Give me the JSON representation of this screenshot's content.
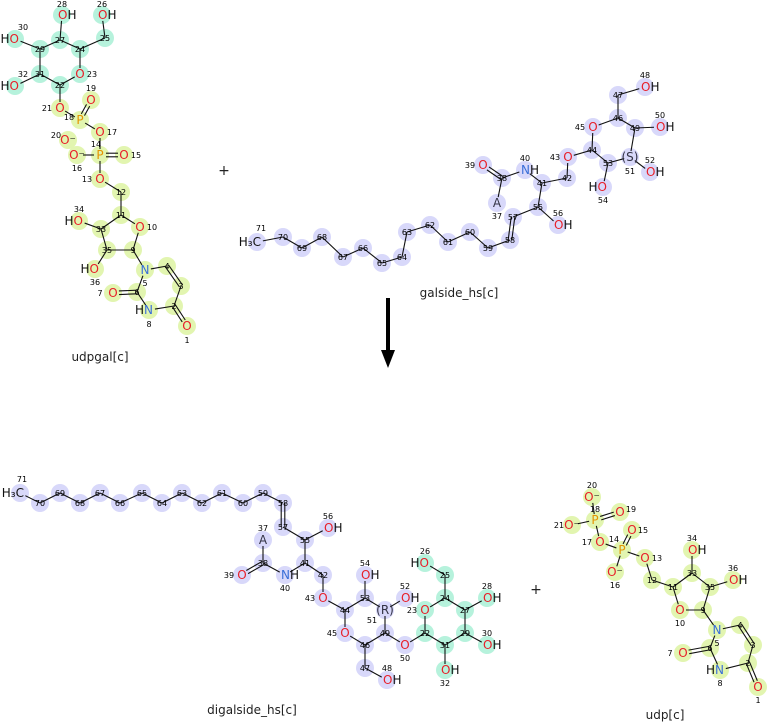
{
  "reaction": {
    "plus_reactants": "+",
    "plus_products": "+",
    "colors": {
      "O": "#e8202a",
      "N": "#3a6fd8",
      "P": "#e59400",
      "H": "#111111",
      "C": "#111111",
      "bond": "#111111"
    }
  },
  "molecules": [
    {
      "name": "udpgal[c]",
      "highlight": "#e2f5b0",
      "alt_highlight": "#b6f2dc",
      "alt_atoms": [
        "22",
        "23",
        "24",
        "25",
        "26",
        "27",
        "28",
        "29",
        "30",
        "31",
        "32"
      ],
      "atoms": [
        {
          "n": "28",
          "sym": "OH"
        },
        {
          "n": "26",
          "sym": "OH"
        },
        {
          "n": "30",
          "sym": "HO"
        },
        {
          "n": "27",
          "sym": ""
        },
        {
          "n": "25",
          "sym": ""
        },
        {
          "n": "29",
          "sym": ""
        },
        {
          "n": "24",
          "sym": ""
        },
        {
          "n": "23",
          "sym": "O"
        },
        {
          "n": "31",
          "sym": ""
        },
        {
          "n": "32",
          "sym": "HO"
        },
        {
          "n": "22",
          "sym": ""
        },
        {
          "n": "21",
          "sym": "O"
        },
        {
          "n": "19",
          "sym": "O"
        },
        {
          "n": "18",
          "sym": "P"
        },
        {
          "n": "17",
          "sym": "O"
        },
        {
          "n": "20",
          "sym": "O⁻"
        },
        {
          "n": "16",
          "sym": "O⁻"
        },
        {
          "n": "14",
          "sym": "P"
        },
        {
          "n": "15",
          "sym": "O"
        },
        {
          "n": "13",
          "sym": "O"
        },
        {
          "n": "12",
          "sym": ""
        },
        {
          "n": "11",
          "sym": ""
        },
        {
          "n": "10",
          "sym": "O"
        },
        {
          "n": "33",
          "sym": ""
        },
        {
          "n": "34",
          "sym": "HO"
        },
        {
          "n": "35",
          "sym": ""
        },
        {
          "n": "9",
          "sym": ""
        },
        {
          "n": "36",
          "sym": "HO"
        },
        {
          "n": "5",
          "sym": "N"
        },
        {
          "n": "4",
          "sym": ""
        },
        {
          "n": "3",
          "sym": ""
        },
        {
          "n": "2",
          "sym": ""
        },
        {
          "n": "1",
          "sym": "O"
        },
        {
          "n": "8",
          "sym": "HN"
        },
        {
          "n": "6",
          "sym": ""
        },
        {
          "n": "7",
          "sym": "O"
        }
      ],
      "bonds": [
        [
          28,
          27
        ],
        [
          27,
          29
        ],
        [
          27,
          24
        ],
        [
          24,
          25
        ],
        [
          25,
          26
        ],
        [
          24,
          23
        ],
        [
          23,
          22
        ],
        [
          22,
          31
        ],
        [
          31,
          29
        ],
        [
          29,
          30
        ],
        [
          31,
          32
        ],
        [
          22,
          21
        ],
        [
          21,
          18
        ],
        [
          18,
          19,
          2
        ],
        [
          18,
          17
        ],
        [
          17,
          14
        ],
        [
          14,
          16
        ],
        [
          14,
          15,
          2
        ],
        [
          14,
          13
        ],
        [
          13,
          12
        ],
        [
          12,
          11
        ],
        [
          11,
          10
        ],
        [
          11,
          33
        ],
        [
          33,
          34
        ],
        [
          33,
          35
        ],
        [
          35,
          36
        ],
        [
          35,
          9
        ],
        [
          9,
          10
        ],
        [
          9,
          5
        ],
        [
          5,
          4
        ],
        [
          4,
          3,
          2
        ],
        [
          3,
          2
        ],
        [
          2,
          1,
          2
        ],
        [
          2,
          8
        ],
        [
          8,
          6
        ],
        [
          6,
          5
        ],
        [
          6,
          7,
          2
        ]
      ]
    },
    {
      "name": "galside_hs[c]",
      "highlight": "#d8d8fa",
      "alt_highlight": "#d8d8fa",
      "alt_atoms": [],
      "atoms": [
        {
          "n": "71",
          "sym": "H₃C"
        },
        {
          "n": "70",
          "sym": ""
        },
        {
          "n": "69",
          "sym": ""
        },
        {
          "n": "68",
          "sym": ""
        },
        {
          "n": "67",
          "sym": ""
        },
        {
          "n": "66",
          "sym": ""
        },
        {
          "n": "65",
          "sym": ""
        },
        {
          "n": "64",
          "sym": ""
        },
        {
          "n": "63",
          "sym": ""
        },
        {
          "n": "62",
          "sym": ""
        },
        {
          "n": "61",
          "sym": ""
        },
        {
          "n": "60",
          "sym": ""
        },
        {
          "n": "59",
          "sym": ""
        },
        {
          "n": "58",
          "sym": ""
        },
        {
          "n": "57",
          "sym": ""
        },
        {
          "n": "55",
          "sym": ""
        },
        {
          "n": "56",
          "sym": "OH"
        },
        {
          "n": "41",
          "sym": ""
        },
        {
          "n": "40",
          "sym": "NH"
        },
        {
          "n": "38",
          "sym": ""
        },
        {
          "n": "39",
          "sym": "O"
        },
        {
          "n": "37",
          "sym": "A"
        },
        {
          "n": "42",
          "sym": ""
        },
        {
          "n": "43",
          "sym": "O"
        },
        {
          "n": "44",
          "sym": ""
        },
        {
          "n": "45",
          "sym": "O"
        },
        {
          "n": "46",
          "sym": ""
        },
        {
          "n": "47",
          "sym": ""
        },
        {
          "n": "48",
          "sym": "OH"
        },
        {
          "n": "49",
          "sym": ""
        },
        {
          "n": "50",
          "sym": "OH"
        },
        {
          "n": "51",
          "sym": "(S)"
        },
        {
          "n": "52",
          "sym": "OH"
        },
        {
          "n": "53",
          "sym": ""
        },
        {
          "n": "54",
          "sym": "HO"
        }
      ],
      "bonds": [
        [
          71,
          70
        ],
        [
          70,
          69
        ],
        [
          69,
          68
        ],
        [
          68,
          67
        ],
        [
          67,
          66
        ],
        [
          66,
          65
        ],
        [
          65,
          64
        ],
        [
          64,
          63
        ],
        [
          63,
          62
        ],
        [
          62,
          61
        ],
        [
          61,
          60
        ],
        [
          60,
          59
        ],
        [
          59,
          58
        ],
        [
          58,
          57,
          2
        ],
        [
          57,
          55
        ],
        [
          55,
          56
        ],
        [
          55,
          41
        ],
        [
          41,
          40
        ],
        [
          40,
          38
        ],
        [
          38,
          39,
          2
        ],
        [
          38,
          37
        ],
        [
          41,
          42
        ],
        [
          42,
          43
        ],
        [
          43,
          44
        ],
        [
          44,
          45
        ],
        [
          45,
          46
        ],
        [
          46,
          47
        ],
        [
          47,
          48
        ],
        [
          46,
          49
        ],
        [
          49,
          50
        ],
        [
          49,
          51
        ],
        [
          51,
          52
        ],
        [
          51,
          53
        ],
        [
          53,
          54
        ],
        [
          53,
          44
        ]
      ]
    },
    {
      "name": "digalside_hs[c]",
      "highlight": "#d8d8fa",
      "alt_highlight": "#b6f2dc",
      "alt_atoms": [
        "22",
        "23",
        "24",
        "25",
        "26",
        "27",
        "28",
        "29",
        "30",
        "31",
        "32"
      ],
      "atoms": [
        {
          "n": "71",
          "sym": "H₃C"
        },
        {
          "n": "70",
          "sym": ""
        },
        {
          "n": "69",
          "sym": ""
        },
        {
          "n": "68",
          "sym": ""
        },
        {
          "n": "67",
          "sym": ""
        },
        {
          "n": "66",
          "sym": ""
        },
        {
          "n": "65",
          "sym": ""
        },
        {
          "n": "64",
          "sym": ""
        },
        {
          "n": "63",
          "sym": ""
        },
        {
          "n": "62",
          "sym": ""
        },
        {
          "n": "61",
          "sym": ""
        },
        {
          "n": "60",
          "sym": ""
        },
        {
          "n": "59",
          "sym": ""
        },
        {
          "n": "58",
          "sym": ""
        },
        {
          "n": "57",
          "sym": ""
        },
        {
          "n": "55",
          "sym": ""
        },
        {
          "n": "56",
          "sym": "OH"
        },
        {
          "n": "41",
          "sym": ""
        },
        {
          "n": "40",
          "sym": "NH"
        },
        {
          "n": "38",
          "sym": ""
        },
        {
          "n": "37",
          "sym": "A"
        },
        {
          "n": "39",
          "sym": "O"
        },
        {
          "n": "42",
          "sym": ""
        },
        {
          "n": "43",
          "sym": "O"
        },
        {
          "n": "44",
          "sym": ""
        },
        {
          "n": "45",
          "sym": "O"
        },
        {
          "n": "46",
          "sym": ""
        },
        {
          "n": "47",
          "sym": ""
        },
        {
          "n": "48",
          "sym": "OH"
        },
        {
          "n": "49",
          "sym": ""
        },
        {
          "n": "50",
          "sym": "O"
        },
        {
          "n": "51",
          "sym": "(R)"
        },
        {
          "n": "52",
          "sym": "OH"
        },
        {
          "n": "53",
          "sym": ""
        },
        {
          "n": "54",
          "sym": "OH"
        },
        {
          "n": "22",
          "sym": ""
        },
        {
          "n": "23",
          "sym": "O"
        },
        {
          "n": "24",
          "sym": ""
        },
        {
          "n": "25",
          "sym": ""
        },
        {
          "n": "26",
          "sym": "HO"
        },
        {
          "n": "27",
          "sym": ""
        },
        {
          "n": "28",
          "sym": "OH"
        },
        {
          "n": "29",
          "sym": ""
        },
        {
          "n": "30",
          "sym": "OH"
        },
        {
          "n": "31",
          "sym": ""
        },
        {
          "n": "32",
          "sym": "OH"
        }
      ],
      "bonds": [
        [
          71,
          70
        ],
        [
          70,
          69
        ],
        [
          69,
          68
        ],
        [
          68,
          67
        ],
        [
          67,
          66
        ],
        [
          66,
          65
        ],
        [
          65,
          64
        ],
        [
          64,
          63
        ],
        [
          63,
          62
        ],
        [
          62,
          61
        ],
        [
          61,
          60
        ],
        [
          60,
          59
        ],
        [
          59,
          58
        ],
        [
          58,
          57,
          2
        ],
        [
          57,
          55
        ],
        [
          55,
          56
        ],
        [
          55,
          41
        ],
        [
          41,
          40
        ],
        [
          40,
          38
        ],
        [
          38,
          37
        ],
        [
          38,
          39,
          2
        ],
        [
          41,
          42
        ],
        [
          42,
          43
        ],
        [
          43,
          44
        ],
        [
          44,
          45
        ],
        [
          45,
          46
        ],
        [
          46,
          47
        ],
        [
          47,
          48
        ],
        [
          46,
          49
        ],
        [
          49,
          50
        ],
        [
          49,
          51
        ],
        [
          51,
          52
        ],
        [
          51,
          53
        ],
        [
          53,
          54
        ],
        [
          53,
          44
        ],
        [
          50,
          22
        ],
        [
          22,
          23
        ],
        [
          23,
          24
        ],
        [
          24,
          25
        ],
        [
          25,
          26
        ],
        [
          24,
          27
        ],
        [
          27,
          28
        ],
        [
          27,
          29
        ],
        [
          29,
          30
        ],
        [
          29,
          31
        ],
        [
          31,
          32
        ],
        [
          31,
          22
        ]
      ]
    },
    {
      "name": "udp[c]",
      "highlight": "#e2f5b0",
      "alt_highlight": "#e2f5b0",
      "alt_atoms": [],
      "atoms": [
        {
          "n": "20",
          "sym": "O⁻"
        },
        {
          "n": "18",
          "sym": "P"
        },
        {
          "n": "21",
          "sym": "O⁻"
        },
        {
          "n": "19",
          "sym": "O"
        },
        {
          "n": "14",
          "sym": "P"
        },
        {
          "n": "15",
          "sym": "O"
        },
        {
          "n": "17",
          "sym": "O"
        },
        {
          "n": "16",
          "sym": "O⁻"
        },
        {
          "n": "13",
          "sym": "O"
        },
        {
          "n": "12",
          "sym": ""
        },
        {
          "n": "11",
          "sym": ""
        },
        {
          "n": "33",
          "sym": ""
        },
        {
          "n": "34",
          "sym": "OH"
        },
        {
          "n": "35",
          "sym": ""
        },
        {
          "n": "36",
          "sym": "OH"
        },
        {
          "n": "9",
          "sym": ""
        },
        {
          "n": "10",
          "sym": "O"
        },
        {
          "n": "5",
          "sym": "N"
        },
        {
          "n": "4",
          "sym": ""
        },
        {
          "n": "3",
          "sym": ""
        },
        {
          "n": "2",
          "sym": ""
        },
        {
          "n": "1",
          "sym": "O"
        },
        {
          "n": "8",
          "sym": "HN"
        },
        {
          "n": "6",
          "sym": ""
        },
        {
          "n": "7",
          "sym": "O"
        }
      ],
      "bonds": [
        [
          20,
          18
        ],
        [
          18,
          21
        ],
        [
          18,
          19,
          2
        ],
        [
          18,
          17
        ],
        [
          17,
          14
        ],
        [
          14,
          15,
          2
        ],
        [
          14,
          16
        ],
        [
          14,
          13
        ],
        [
          13,
          12
        ],
        [
          12,
          11
        ],
        [
          11,
          33
        ],
        [
          33,
          34
        ],
        [
          33,
          35
        ],
        [
          35,
          36
        ],
        [
          35,
          9
        ],
        [
          9,
          10
        ],
        [
          10,
          11
        ],
        [
          9,
          5
        ],
        [
          5,
          4
        ],
        [
          4,
          3,
          2
        ],
        [
          3,
          2
        ],
        [
          2,
          1,
          2
        ],
        [
          2,
          8
        ],
        [
          8,
          6
        ],
        [
          6,
          5
        ],
        [
          6,
          7,
          2
        ]
      ]
    }
  ]
}
